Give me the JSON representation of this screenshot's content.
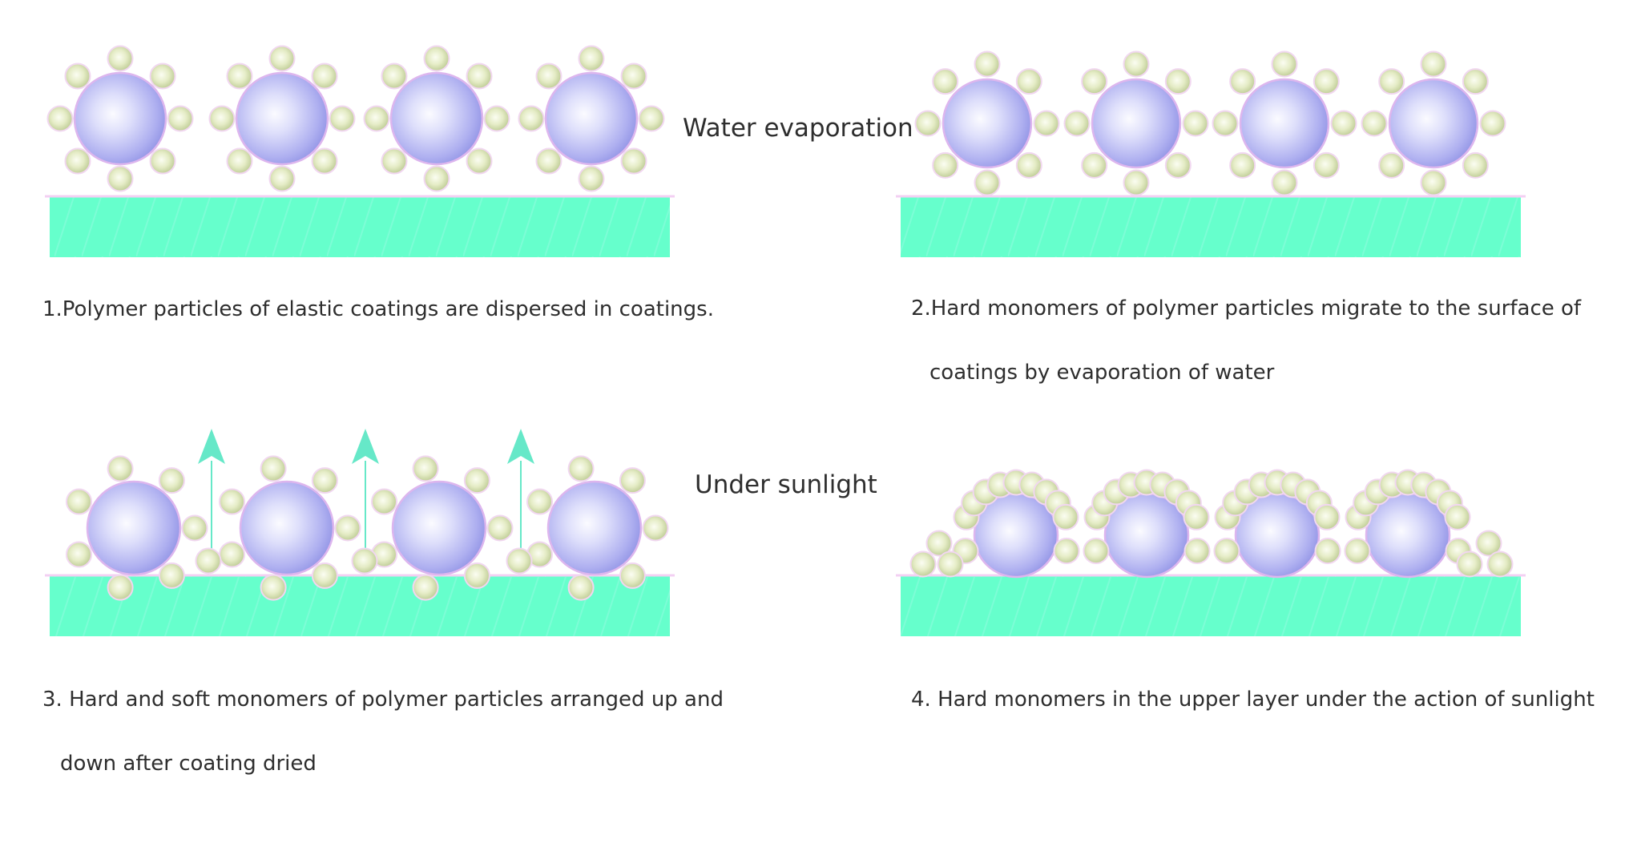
{
  "labels": {
    "water_evaporation": "Water evaporation",
    "under_sunlight": "Under sunlight"
  },
  "captions": {
    "panel1": "1.Polymer particles of elastic coatings are dispersed in coatings.",
    "panel2_line1": "2.Hard monomers of polymer particles migrate to the surface of",
    "panel2_line2": "coatings by evaporation of water",
    "panel3_line1": "3. Hard and soft monomers of polymer particles arranged up and",
    "panel3_line2": "down after coating dried",
    "panel4": "4. Hard monomers in the upper layer under the action of sunlight"
  },
  "colors": {
    "substrate": "#66ffcc",
    "polymer_particle": "#b3b3f2",
    "hard_monomer": "#d9e3b0",
    "arrow": "#66e8c8",
    "text": "#2e2e2e"
  },
  "icons": {
    "polymer_particle": "large-lavender-sphere",
    "hard_monomer": "small-green-sphere",
    "migration_arrow": "up-arrow"
  }
}
